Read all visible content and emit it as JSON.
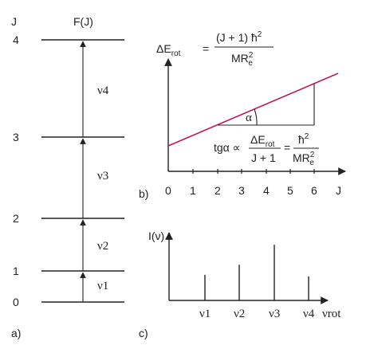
{
  "panel_a": {
    "axis_label": "J",
    "column_label": "F(J)",
    "levels": [
      {
        "j": "0"
      },
      {
        "j": "1"
      },
      {
        "j": "2"
      },
      {
        "j": "3"
      },
      {
        "j": "4"
      }
    ],
    "transitions": [
      "ν1",
      "ν2",
      "ν3",
      "ν4"
    ],
    "panel_tag": "a)"
  },
  "panel_b": {
    "formula_top": {
      "lhs": "ΔE",
      "lhs_sub": "rot",
      "eq": "=",
      "num": "(J + 1)  ħ",
      "num_sup": "2",
      "den": "MR",
      "den_sub": "e",
      "den_sup": "2"
    },
    "formula_bottom": {
      "lhs": "tgα ∝",
      "frac1_num": "ΔE",
      "frac1_num_sub": "rot",
      "frac1_den": "J + 1",
      "eq": "=",
      "frac2_num": "ħ",
      "frac2_num_sup": "2",
      "frac2_den": "MR",
      "frac2_den_sub": "e",
      "frac2_den_sup": "2"
    },
    "angle_label": "α",
    "x_ticks": [
      "0",
      "1",
      "2",
      "3",
      "4",
      "5",
      "6"
    ],
    "x_axis_label": "J",
    "panel_tag": "b)",
    "line_color": "#c2185b"
  },
  "panel_c": {
    "y_axis_label": "I(ν)",
    "peak_labels": [
      "ν1",
      "ν2",
      "ν3",
      "ν4"
    ],
    "peak_intensities": [
      0.46,
      0.64,
      1.0,
      0.43
    ],
    "x_axis_label": "νrot",
    "panel_tag": "c)"
  }
}
